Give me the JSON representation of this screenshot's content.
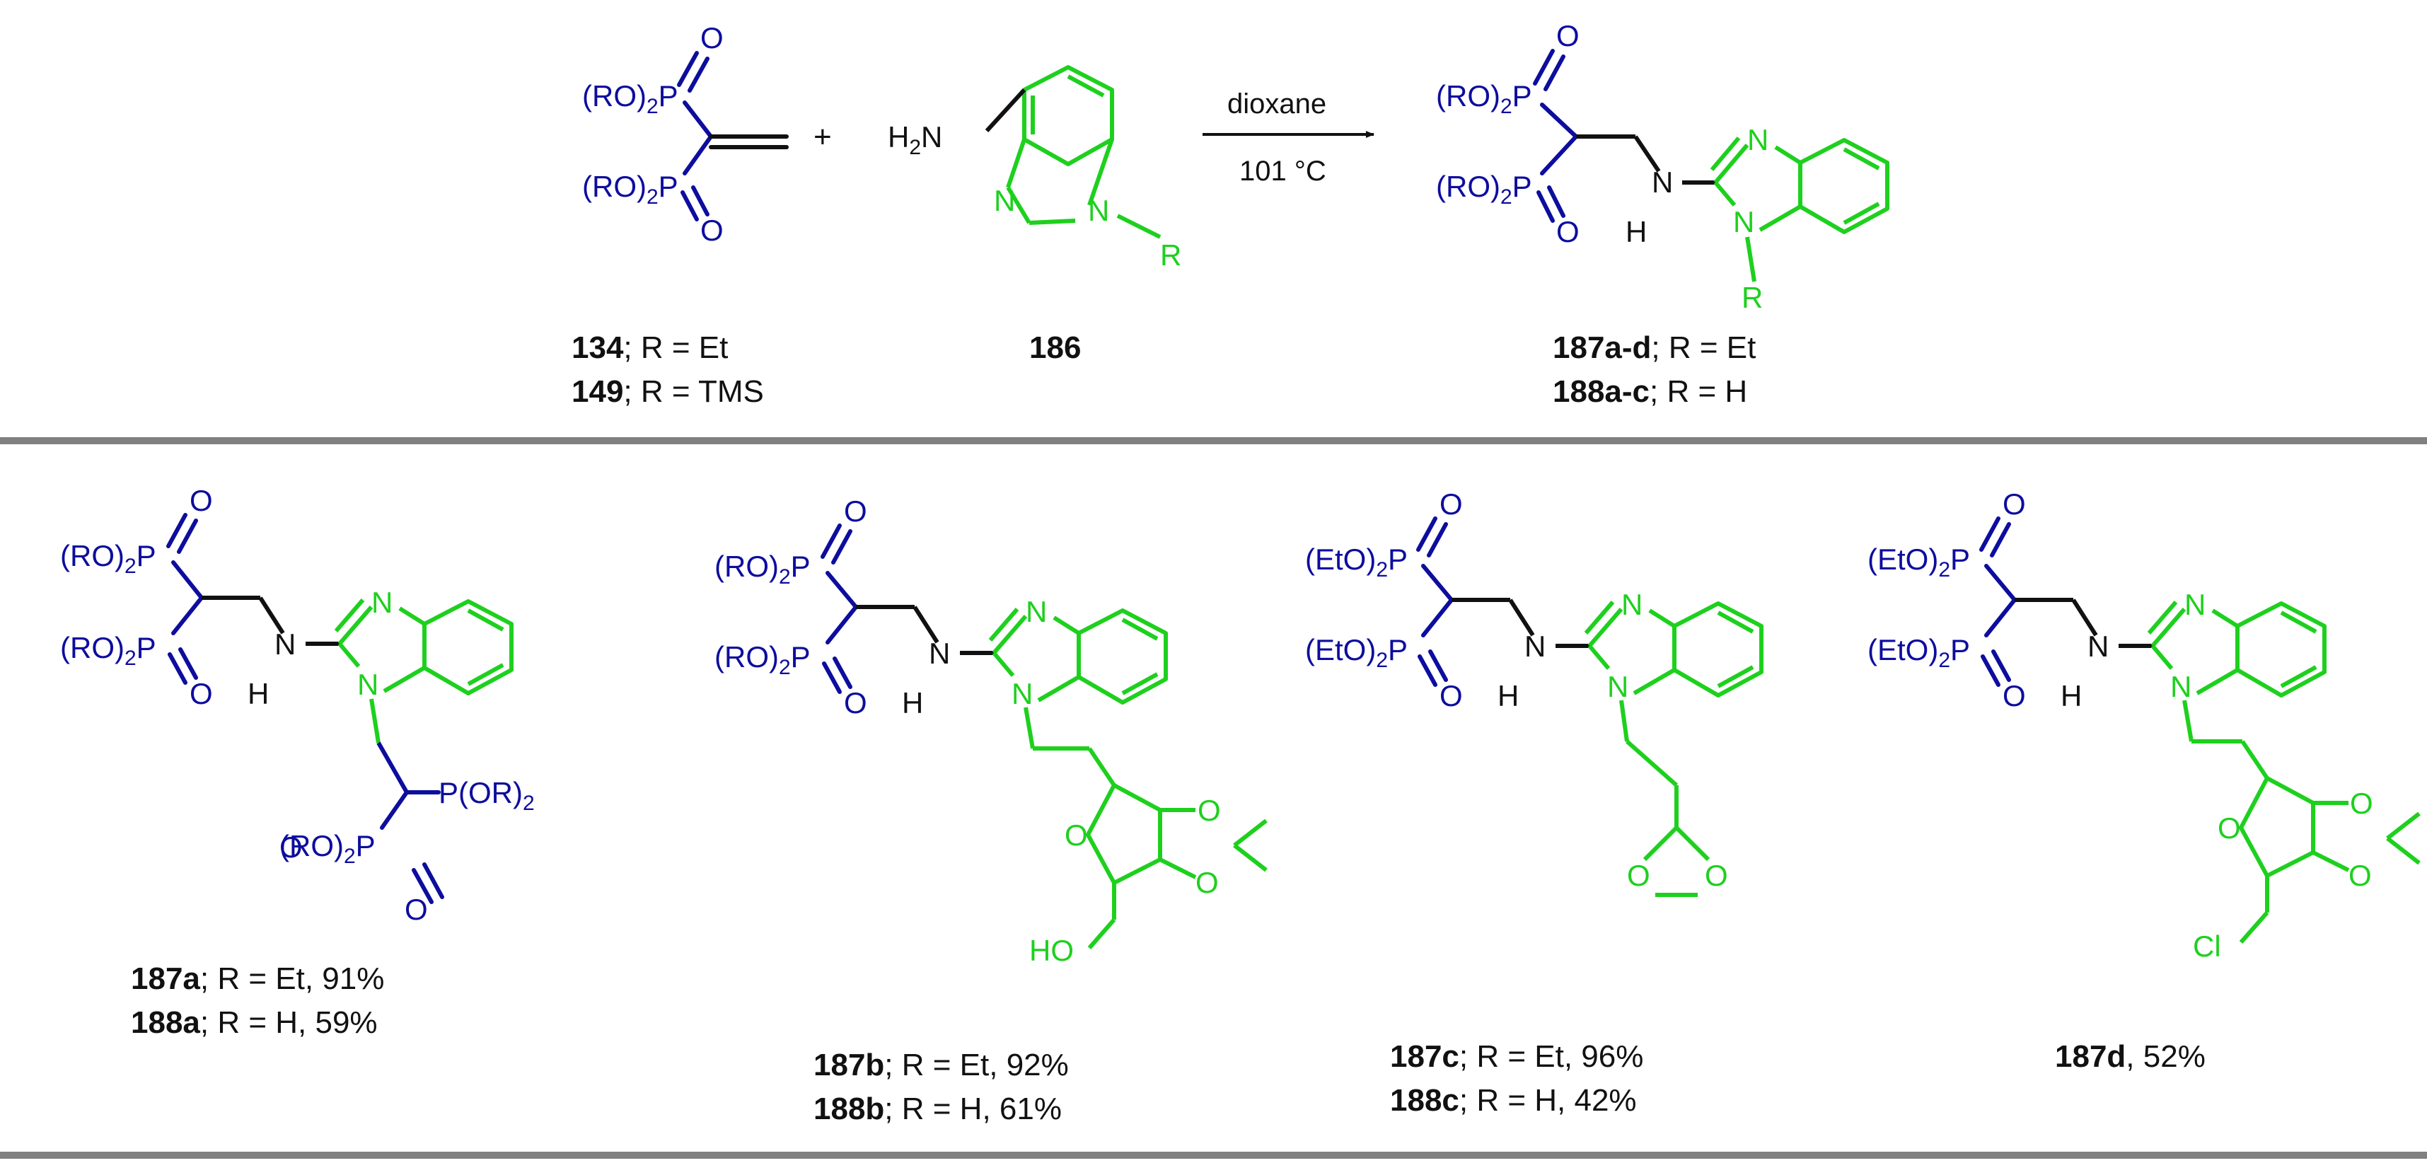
{
  "colors": {
    "phosphonate": "#0d0d9e",
    "heterocycle": "#1ed01e",
    "linker": "#111111",
    "rule": "#808080"
  },
  "reaction": {
    "reactants": [
      {
        "lines": [
          {
            "bold": "134",
            "rest": "; R = Et"
          },
          {
            "bold": "149",
            "rest": "; R = TMS"
          }
        ]
      },
      {
        "lines": [
          {
            "bold": "186",
            "rest": ""
          }
        ]
      }
    ],
    "plus": "+",
    "conditions": {
      "above": "dioxane",
      "below": "101 °C"
    },
    "product": {
      "lines": [
        {
          "bold": "187a-d",
          "rest": "; R = Et"
        },
        {
          "bold": "188a-c",
          "rest": "; R = H"
        }
      ]
    }
  },
  "atoms": {
    "ro": "(RO)",
    "eto": "(EtO)",
    "sub2": "2",
    "p": "P",
    "o": "O",
    "n": "N",
    "h": "H",
    "r": "R",
    "h2": "H",
    "h2_sub": "2",
    "nh2_n": "N",
    "p_or2": "P(OR)",
    "ho": "HO",
    "cl": "Cl"
  },
  "examples": [
    {
      "lines": [
        {
          "bold": "187a",
          "rest": "; R = Et, 91%"
        },
        {
          "bold": "188a",
          "rest": "; R = H, 59%"
        }
      ]
    },
    {
      "lines": [
        {
          "bold": "187b",
          "rest": "; R = Et, 92%"
        },
        {
          "bold": "188b",
          "rest": "; R = H, 61%"
        }
      ]
    },
    {
      "lines": [
        {
          "bold": "187c",
          "rest": "; R = Et, 96%"
        },
        {
          "bold": "188c",
          "rest": "; R = H, 42%"
        }
      ]
    },
    {
      "lines": [
        {
          "bold": "187d",
          "rest": ", 52%"
        }
      ]
    }
  ]
}
